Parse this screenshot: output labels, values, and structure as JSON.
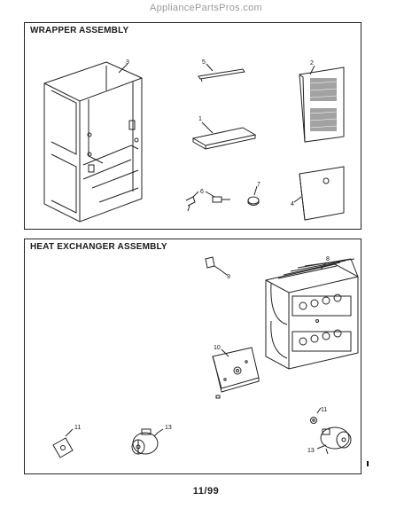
{
  "watermark": "AppliancePartsPros.com",
  "wrapper": {
    "title": "WRAPPER ASSEMBLY",
    "parts": {
      "p1": "1",
      "p2": "2",
      "p3": "3",
      "p4": "4",
      "p5": "5",
      "p6": "6",
      "p7": "7"
    }
  },
  "heat": {
    "title": "HEAT EXCHANGER ASSEMBLY",
    "parts": {
      "p8": "8",
      "p9": "9",
      "p10": "10",
      "p11a": "11",
      "p11b": "11",
      "p13a": "13",
      "p13b": "13"
    }
  },
  "footer": "11/99"
}
